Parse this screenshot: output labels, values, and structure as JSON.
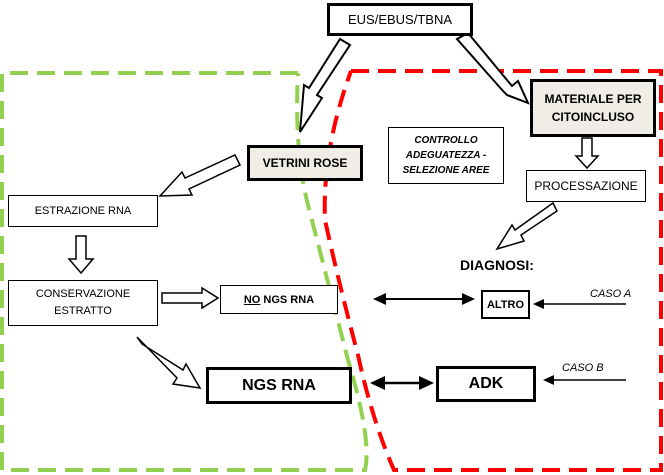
{
  "nodes": {
    "eus": "EUS/EBUS/TBNA",
    "vetrini": "VETRINI ROSE",
    "materiale_line1": "MATERIALE PER",
    "materiale_line2": "CITOINCLUSO",
    "controllo_line1": "CONTROLLO",
    "controllo_line2": "ADEGUATEZZA -",
    "controllo_line3": "SELEZIONE AREE",
    "processazione": "PROCESSAZIONE",
    "estrazione": "ESTRAZIONE RNA",
    "conservazione_line1": "CONSERVAZIONE",
    "conservazione_line2": "ESTRATTO",
    "no_ngs_prefix": "NO",
    "no_ngs_suffix": " NGS RNA",
    "ngs": "NGS RNA",
    "diagnosi": "DIAGNOSI:",
    "altro": "ALTRO",
    "adk": "ADK",
    "caso_a": "CASO A",
    "caso_b": "CASO B"
  },
  "colors": {
    "green_region": "#92d050",
    "red_region": "#ff0000",
    "box_fill_shaded": "#efede6",
    "stroke": "#000000"
  }
}
